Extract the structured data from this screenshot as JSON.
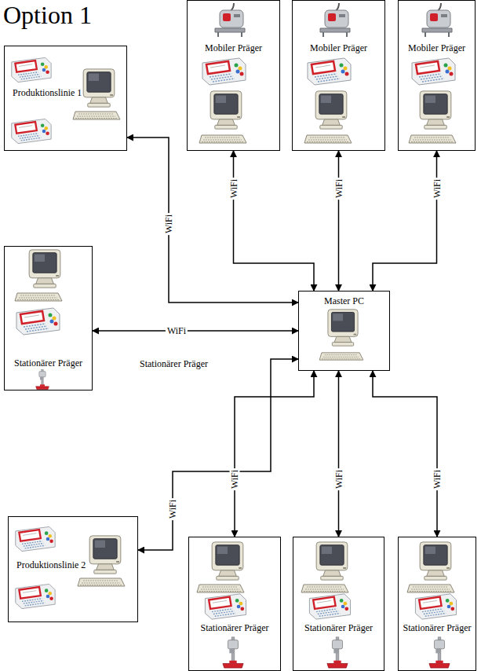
{
  "diagram": {
    "title": "Option 1",
    "nodes": [
      {
        "text": [
          "Produktionslinie 1"
        ]
      },
      {
        "text": [
          "Mobiler Präger"
        ]
      },
      {
        "text": [
          "Mobiler Präger"
        ]
      },
      {
        "text": [
          "Mobiler Präger"
        ]
      },
      {
        "text": [
          "Stationärer Präger"
        ]
      },
      {
        "text": [
          "Master PC"
        ]
      },
      {
        "text": [
          "Produktionslinie 2"
        ]
      },
      {
        "text": [
          "Stationärer Präger"
        ]
      },
      {
        "text": [
          "Stationärer Präger"
        ]
      },
      {
        "text": [
          "Stationärer Präger"
        ]
      }
    ],
    "edges": [
      {
        "from": 1,
        "to": 5,
        "arrow": "both",
        "label": "WiFi"
      },
      {
        "from": 2,
        "to": 5,
        "arrow": "both",
        "label": "WiFi"
      },
      {
        "from": 3,
        "to": 5,
        "arrow": "both",
        "label": "WiFi"
      },
      {
        "from": 0,
        "to": 5,
        "arrow": "both",
        "label": "WiFi"
      },
      {
        "from": 4,
        "to": 5,
        "arrow": "both",
        "label": "WiFi"
      },
      {
        "from": 6,
        "to": 5,
        "arrow": "both",
        "label": "WiFi"
      },
      {
        "from": 7,
        "to": 5,
        "arrow": "both",
        "label": "WiFi"
      },
      {
        "from": 8,
        "to": 5,
        "arrow": "both",
        "label": "WiFi"
      },
      {
        "from": 9,
        "to": 5,
        "arrow": "both",
        "label": "WiFi"
      }
    ],
    "labels": [
      "Stationärer Präger"
    ]
  }
}
